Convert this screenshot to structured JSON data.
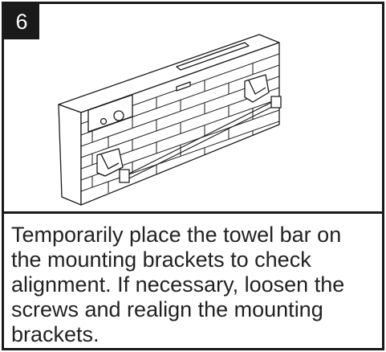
{
  "step": {
    "number": "6"
  },
  "instruction": {
    "lines": [
      "Temporarily place the towel bar on",
      "the mounting brackets to check",
      "alignment. If necessary, loosen the",
      "screws and realign the mounting",
      "brackets."
    ]
  },
  "colors": {
    "ink": "#1a1a1a",
    "paper": "#ffffff"
  }
}
